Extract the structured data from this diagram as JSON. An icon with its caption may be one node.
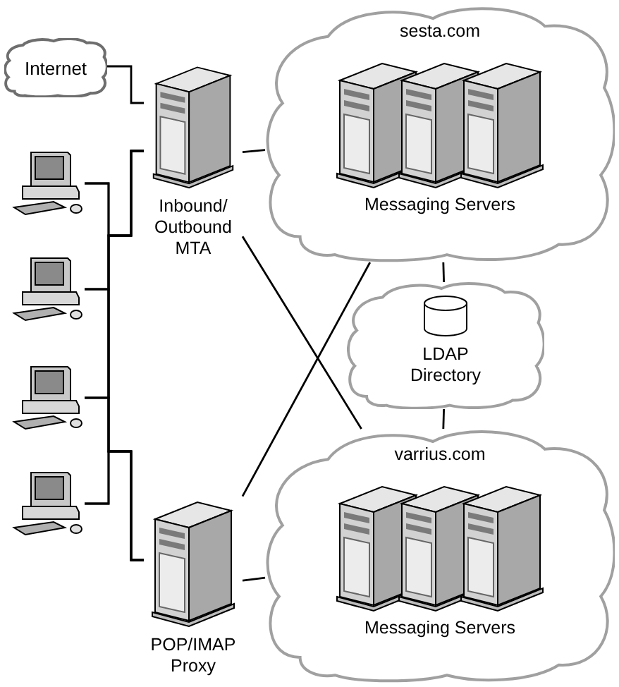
{
  "diagram": {
    "nodes": [
      {
        "text": [
          "Internet"
        ]
      },
      {
        "text": [
          "Inbound/ Outbound MTA"
        ]
      },
      {
        "text": [],
        "shape": "picture"
      },
      {
        "text": [],
        "shape": "picture"
      },
      {
        "text": [],
        "shape": "picture"
      },
      {
        "text": [],
        "shape": "picture"
      },
      {
        "text": [
          "POP/IMAP Proxy"
        ]
      },
      {
        "text": [
          "sesta.com",
          "Messaging Servers"
        ]
      },
      {
        "text": [
          "LDAP Directory"
        ]
      },
      {
        "text": [
          "varrius.com",
          "Messaging Servers"
        ]
      }
    ],
    "edges": [
      {
        "from": 0,
        "to": 1,
        "arrow": "none"
      },
      {
        "from": 2,
        "to": 1,
        "arrow": "none"
      },
      {
        "from": 3,
        "to": 1,
        "arrow": "none"
      },
      {
        "from": 4,
        "to": 1,
        "arrow": "none"
      },
      {
        "from": 5,
        "to": 1,
        "arrow": "none"
      },
      {
        "from": 2,
        "to": 6,
        "arrow": "none"
      },
      {
        "from": 3,
        "to": 6,
        "arrow": "none"
      },
      {
        "from": 4,
        "to": 6,
        "arrow": "none"
      },
      {
        "from": 5,
        "to": 6,
        "arrow": "none"
      },
      {
        "from": 1,
        "to": 7,
        "arrow": "none"
      },
      {
        "from": 1,
        "to": 9,
        "arrow": "none"
      },
      {
        "from": 6,
        "to": 7,
        "arrow": "none"
      },
      {
        "from": 6,
        "to": 9,
        "arrow": "none"
      },
      {
        "from": 7,
        "to": 8,
        "arrow": "none"
      },
      {
        "from": 8,
        "to": 9,
        "arrow": "none"
      }
    ]
  }
}
